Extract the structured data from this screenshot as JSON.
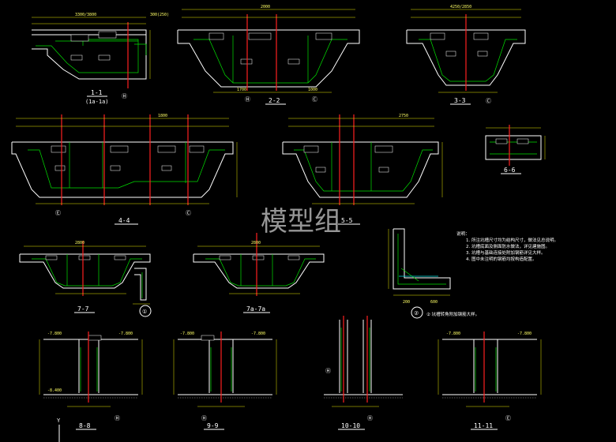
{
  "watermark": "模型组",
  "sections": {
    "s1": {
      "title": "1-1",
      "subtitle": "(1a-1a)",
      "circle": "Ⓗ"
    },
    "s2": {
      "title": "2-2"
    },
    "s3": {
      "title": "3-3"
    },
    "s4": {
      "title": "4-4"
    },
    "s5": {
      "title": "5-5"
    },
    "s6": {
      "title": "6-6"
    },
    "s7": {
      "title": "7-7"
    },
    "s7a": {
      "title": "7a-7a"
    },
    "d1": {
      "title": "①"
    },
    "d2": {
      "title": "②"
    },
    "s8": {
      "title": "8-8"
    },
    "s9": {
      "title": "9-9"
    },
    "s10": {
      "title": "10-10"
    },
    "s11": {
      "title": "11-11"
    }
  },
  "notes": {
    "header": "说明：",
    "line1": "1. 所注坑槽尺寸均为结构尺寸，做法见总说明。",
    "line2": "2. 坑槽底面及侧面防水做法，详见建施图。",
    "line3": "3. 坑槽与基础连接处附加钢筋详见大样。",
    "line4": "4. 图中未注明的钢筋均按构造配置。",
    "detail2": "② 坑槽转角附加钢筋大样。"
  },
  "axis": {
    "y": "Y"
  }
}
